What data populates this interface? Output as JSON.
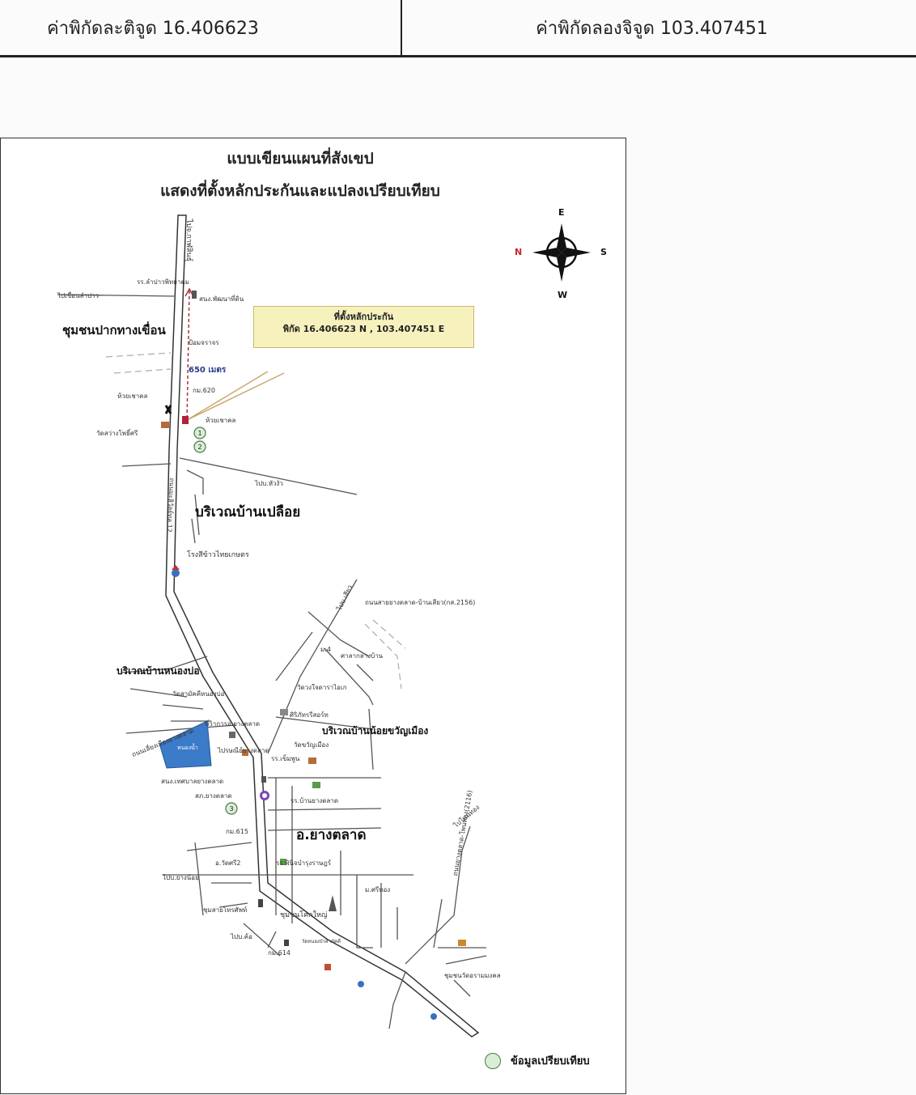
{
  "header": {
    "latitude": "ค่าพิกัดละติจูด 16.406623",
    "longitude": "ค่าพิกัดลองจิจูด 103.407451"
  },
  "map": {
    "title_line1": "แบบเขียนแผนที่สังเขป",
    "title_line2": "แสดงที่ตั้งหลักประกันและแปลงเปรียบเทียบ",
    "callout_title": "ที่ตั้งหลักประกัน",
    "callout_coords": "พิกัด 16.406623 N , 103.407451 E",
    "distance": "650 เมตร",
    "compass": {
      "n": "N",
      "s": "S",
      "e": "E",
      "w": "W"
    },
    "areas": {
      "pak_tang_khuean": "ชุมชนปากทางเขื่อน",
      "ban_ploei": "บริเวณบ้านเปลือย",
      "yang_talat": "อ.ยางตลาด",
      "ban_nong_bo": "บริเวณบ้านหนองบ่อ",
      "noi_kwan_mueang": "บริเวณบ้านน้อยขวัญเมือง"
    },
    "labels": {
      "road_north": "ไปจ.กาฬสินธุ์",
      "school_north": "รร.ลำปาวพิทยาคม",
      "land_office": "สนง.พัฒนาที่ดิน",
      "dam": "ไปเขื่อนลำปาว",
      "police_north": "ป้อมจราจร",
      "huai_north": "ห้วยเชาคล",
      "km620": "กม.620",
      "huai_south": "ห้วยเชาคล",
      "wat_sawang": "วัดสว่างโพธิ์ศรี",
      "to_hua_ngua": "ไปบ.หัวงัว",
      "hwy12": "ถนนมะลิวัลย์ทล.12",
      "rice_mill": "โรงสีข้าวไทยเกษตร",
      "to_ban_siao": "ไปบ.เสียว",
      "road_2156": "ถนนสายยางตลาด-บ้านเสียว(กส.2156)",
      "sala": "ศาลากลางบ้าน",
      "mu_4": "ม.4",
      "kindergarten": "วัดวงใจดาราไอเก",
      "resort": "ศิริภัทรรีสอร์ท",
      "wat_nong_bo": "วัดสามัคคีหนองบ่อ",
      "agri_office": "ที่ว่าการอ.ยางตลาด",
      "road_nong_bo": "ถนนเลี่ยงเมืองยางตลาด",
      "pond": "หนองน้ำ",
      "post_office": "ไปรษณีย์ยางตลาด",
      "wat_kwan": "วัดขวัญเมือง",
      "school_kwan": "รร.เข็มพูน",
      "municipal": "สนง.เทศบาลยางตลาด",
      "police": "สภ.ยางตลาด",
      "school_yang": "รร.บ้านยางตลาด",
      "km615": "กม.615",
      "wat_sri": "อ.วัดศรี2",
      "school_phin": "รร.พินิจบำรุงราษฎร์",
      "to_yang_noi": "ไปบ.ยางน้อย",
      "mu_sri": "ม.ศรีทอง",
      "chum_sai": "ชุมสายโทรศัพท์",
      "chum_khok": "ชุมชนโคกใหญ่",
      "to_khok": "ไปบ.ค้อ",
      "temple_south": "วัดหนองบัวสามัคคี",
      "km614": "กม.614",
      "hwy2116": "ถนนยางตลาด-โพนทอง(2116)",
      "mongkon": "ชุมชนวัดอรามมงคล",
      "to_phon": "ไปโพนทอง"
    },
    "markers": {
      "m1": "1",
      "m2": "2",
      "m3": "3"
    },
    "legend": "ข้อมูลเปรียบเทียบ"
  }
}
